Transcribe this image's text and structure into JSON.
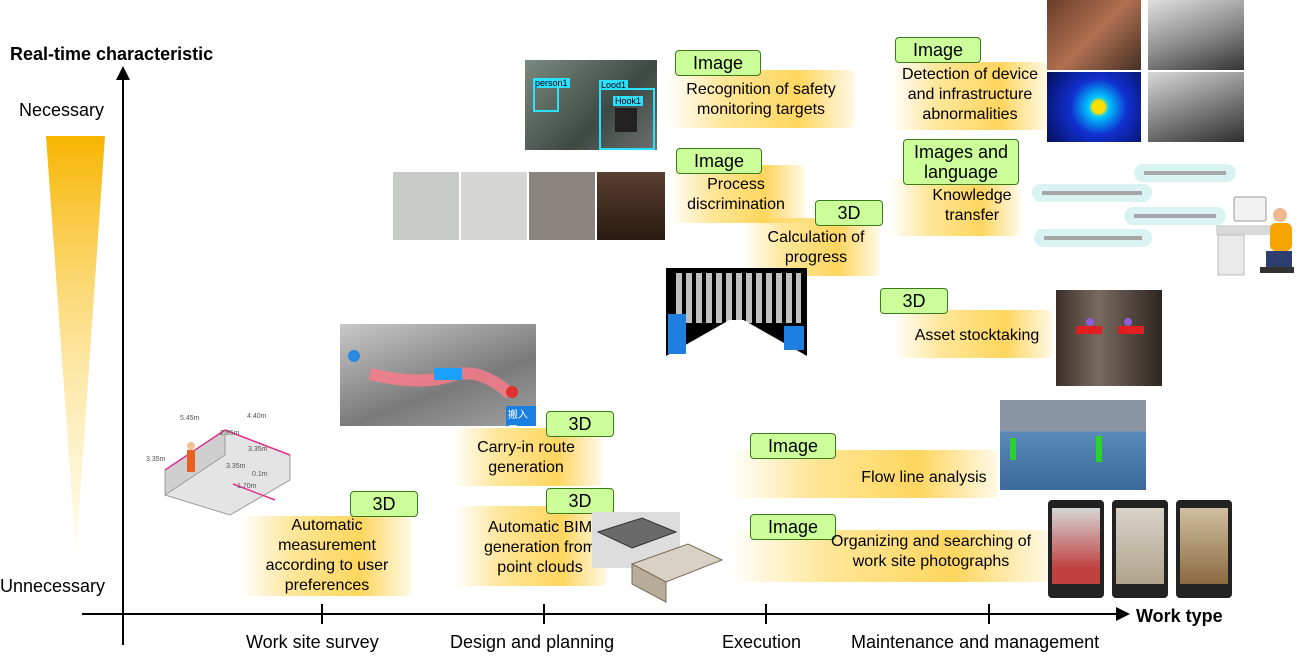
{
  "y_axis": {
    "title": "Real-time characteristic",
    "top_label": "Necessary",
    "bottom_label": "Unnecessary"
  },
  "x_axis": {
    "title": "Work type",
    "categories": [
      "Work site survey",
      "Design and planning",
      "Execution",
      "Maintenance and management"
    ]
  },
  "items": {
    "safety": {
      "tag": "Image",
      "label": "Recognition of safety monitoring targets"
    },
    "process": {
      "tag": "Image",
      "label": "Process discrimination"
    },
    "progress": {
      "tag": "3D",
      "label": "Calculation of progress"
    },
    "device": {
      "tag": "Image",
      "label": "Detection of device and infrastructure abnormalities"
    },
    "knowledge": {
      "tag": "Images and language",
      "label": "Knowledge transfer"
    },
    "asset": {
      "tag": "3D",
      "label": "Asset stocktaking"
    },
    "carry": {
      "tag": "3D",
      "label": "Carry-in route generation"
    },
    "measure": {
      "tag": "3D",
      "label": "Automatic measurement according to user preferences"
    },
    "bim": {
      "tag": "3D",
      "label": "Automatic BIM generation from point clouds"
    },
    "flow": {
      "tag": "Image",
      "label": "Flow line analysis"
    },
    "photos": {
      "tag": "Image",
      "label": "Organizing and searching of work site photographs"
    }
  },
  "photo_text": {
    "det_person": "person1",
    "det_load": "Lood1",
    "det_hook": "Hook1",
    "entrance": "搬入口",
    "dims": [
      "5.45m",
      "4.40m",
      "2.85m",
      "3.35m",
      "3.35m",
      "3.35m",
      "0.1m",
      "1.70m"
    ]
  },
  "colors": {
    "tag_fill": "#ccff99",
    "tag_border": "#3a7a1a",
    "glow": "#ffcc33",
    "axis": "#000000"
  }
}
